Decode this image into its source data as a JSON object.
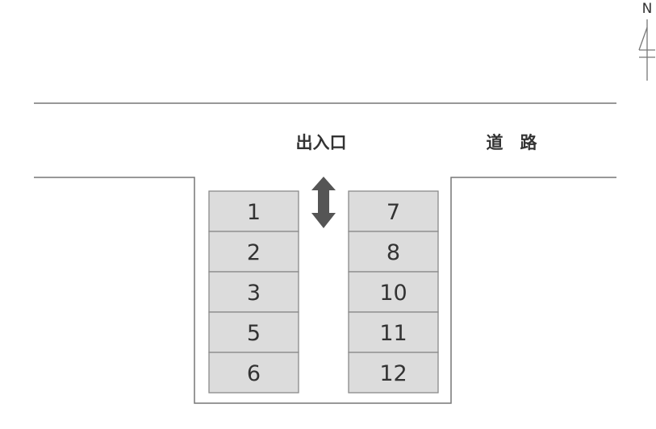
{
  "compass": {
    "label": "N"
  },
  "road": {
    "label": "道　路"
  },
  "entrance": {
    "label": "出入口"
  },
  "parking": {
    "left_column": [
      "1",
      "2",
      "3",
      "5",
      "6"
    ],
    "right_column": [
      "7",
      "8",
      "10",
      "11",
      "12"
    ]
  },
  "colors": {
    "line": "#777777",
    "stall_fill": "#dcdcdc",
    "stall_border": "#8a8a8a",
    "text": "#333333",
    "arrow": "#555555"
  }
}
